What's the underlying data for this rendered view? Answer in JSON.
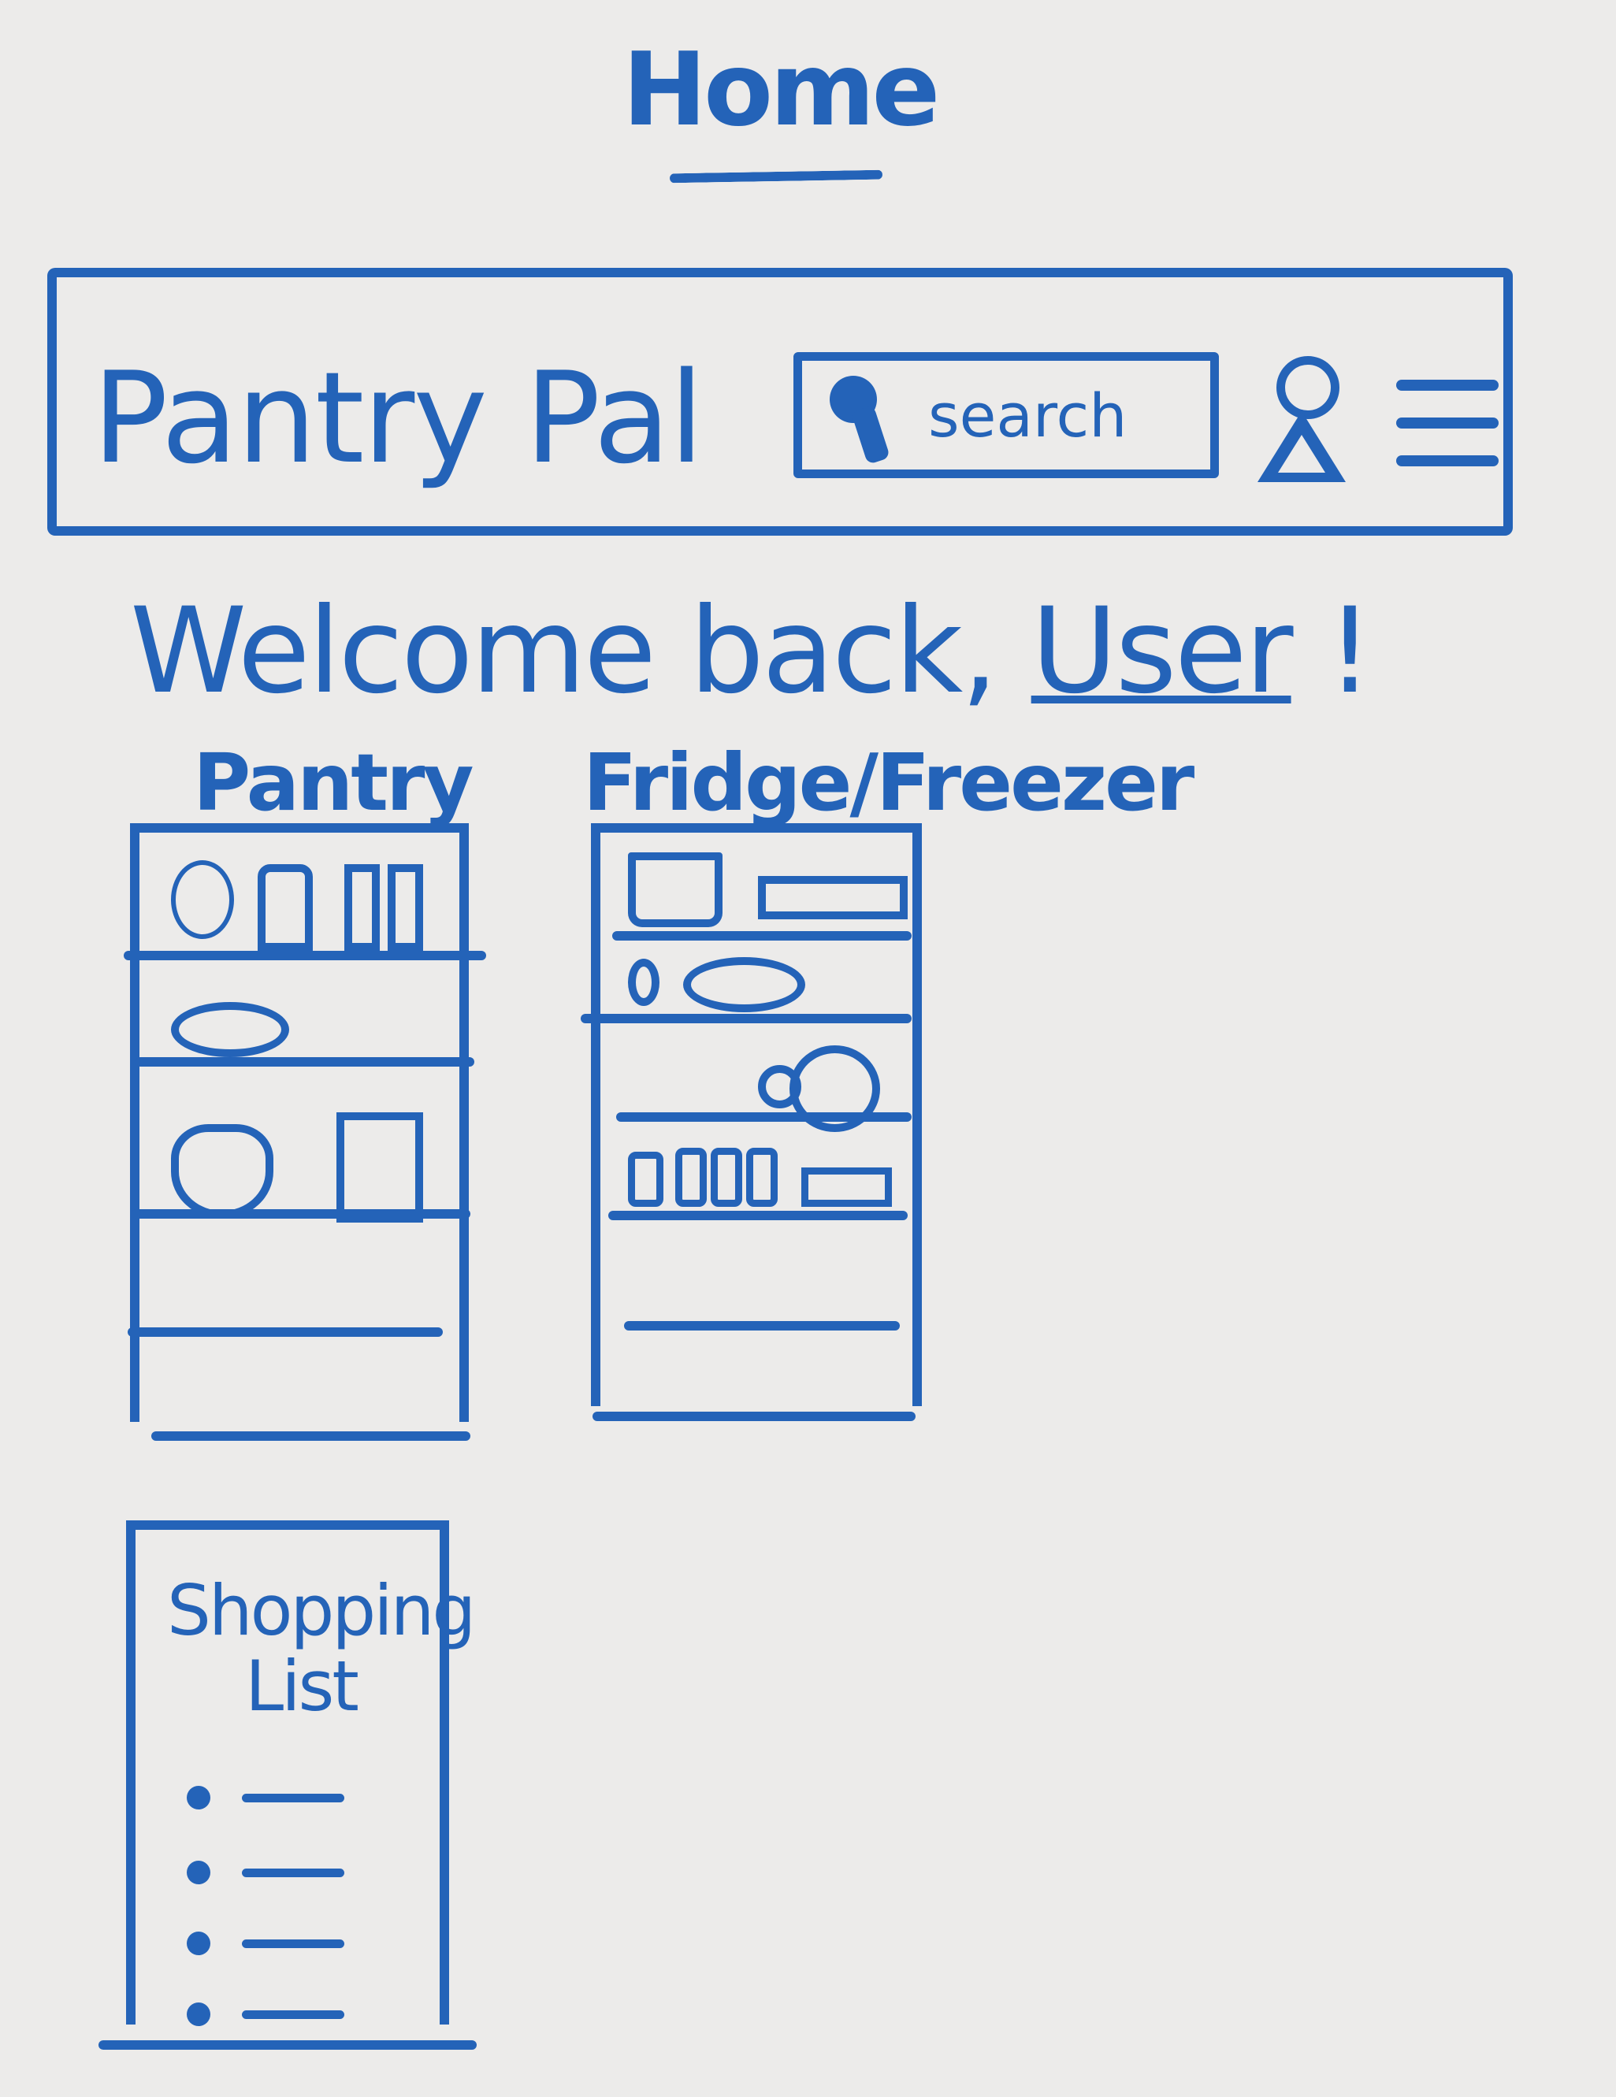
{
  "page": {
    "heading": "Home"
  },
  "header": {
    "app_title": "Pantry Pal",
    "search": {
      "placeholder": "search"
    },
    "icons": {
      "search": "search-icon",
      "user": "user-icon",
      "menu": "hamburger-menu-icon"
    }
  },
  "welcome": {
    "prefix": "Welcome back, ",
    "username": "User",
    "suffix": " !"
  },
  "sections": {
    "pantry": {
      "label": "Pantry"
    },
    "fridge": {
      "label": "Fridge/Freezer"
    },
    "shopping_list": {
      "label": "Shopping List",
      "item_count": 4
    }
  },
  "colors": {
    "ink": "#2463b8",
    "background": "#ecebea"
  }
}
